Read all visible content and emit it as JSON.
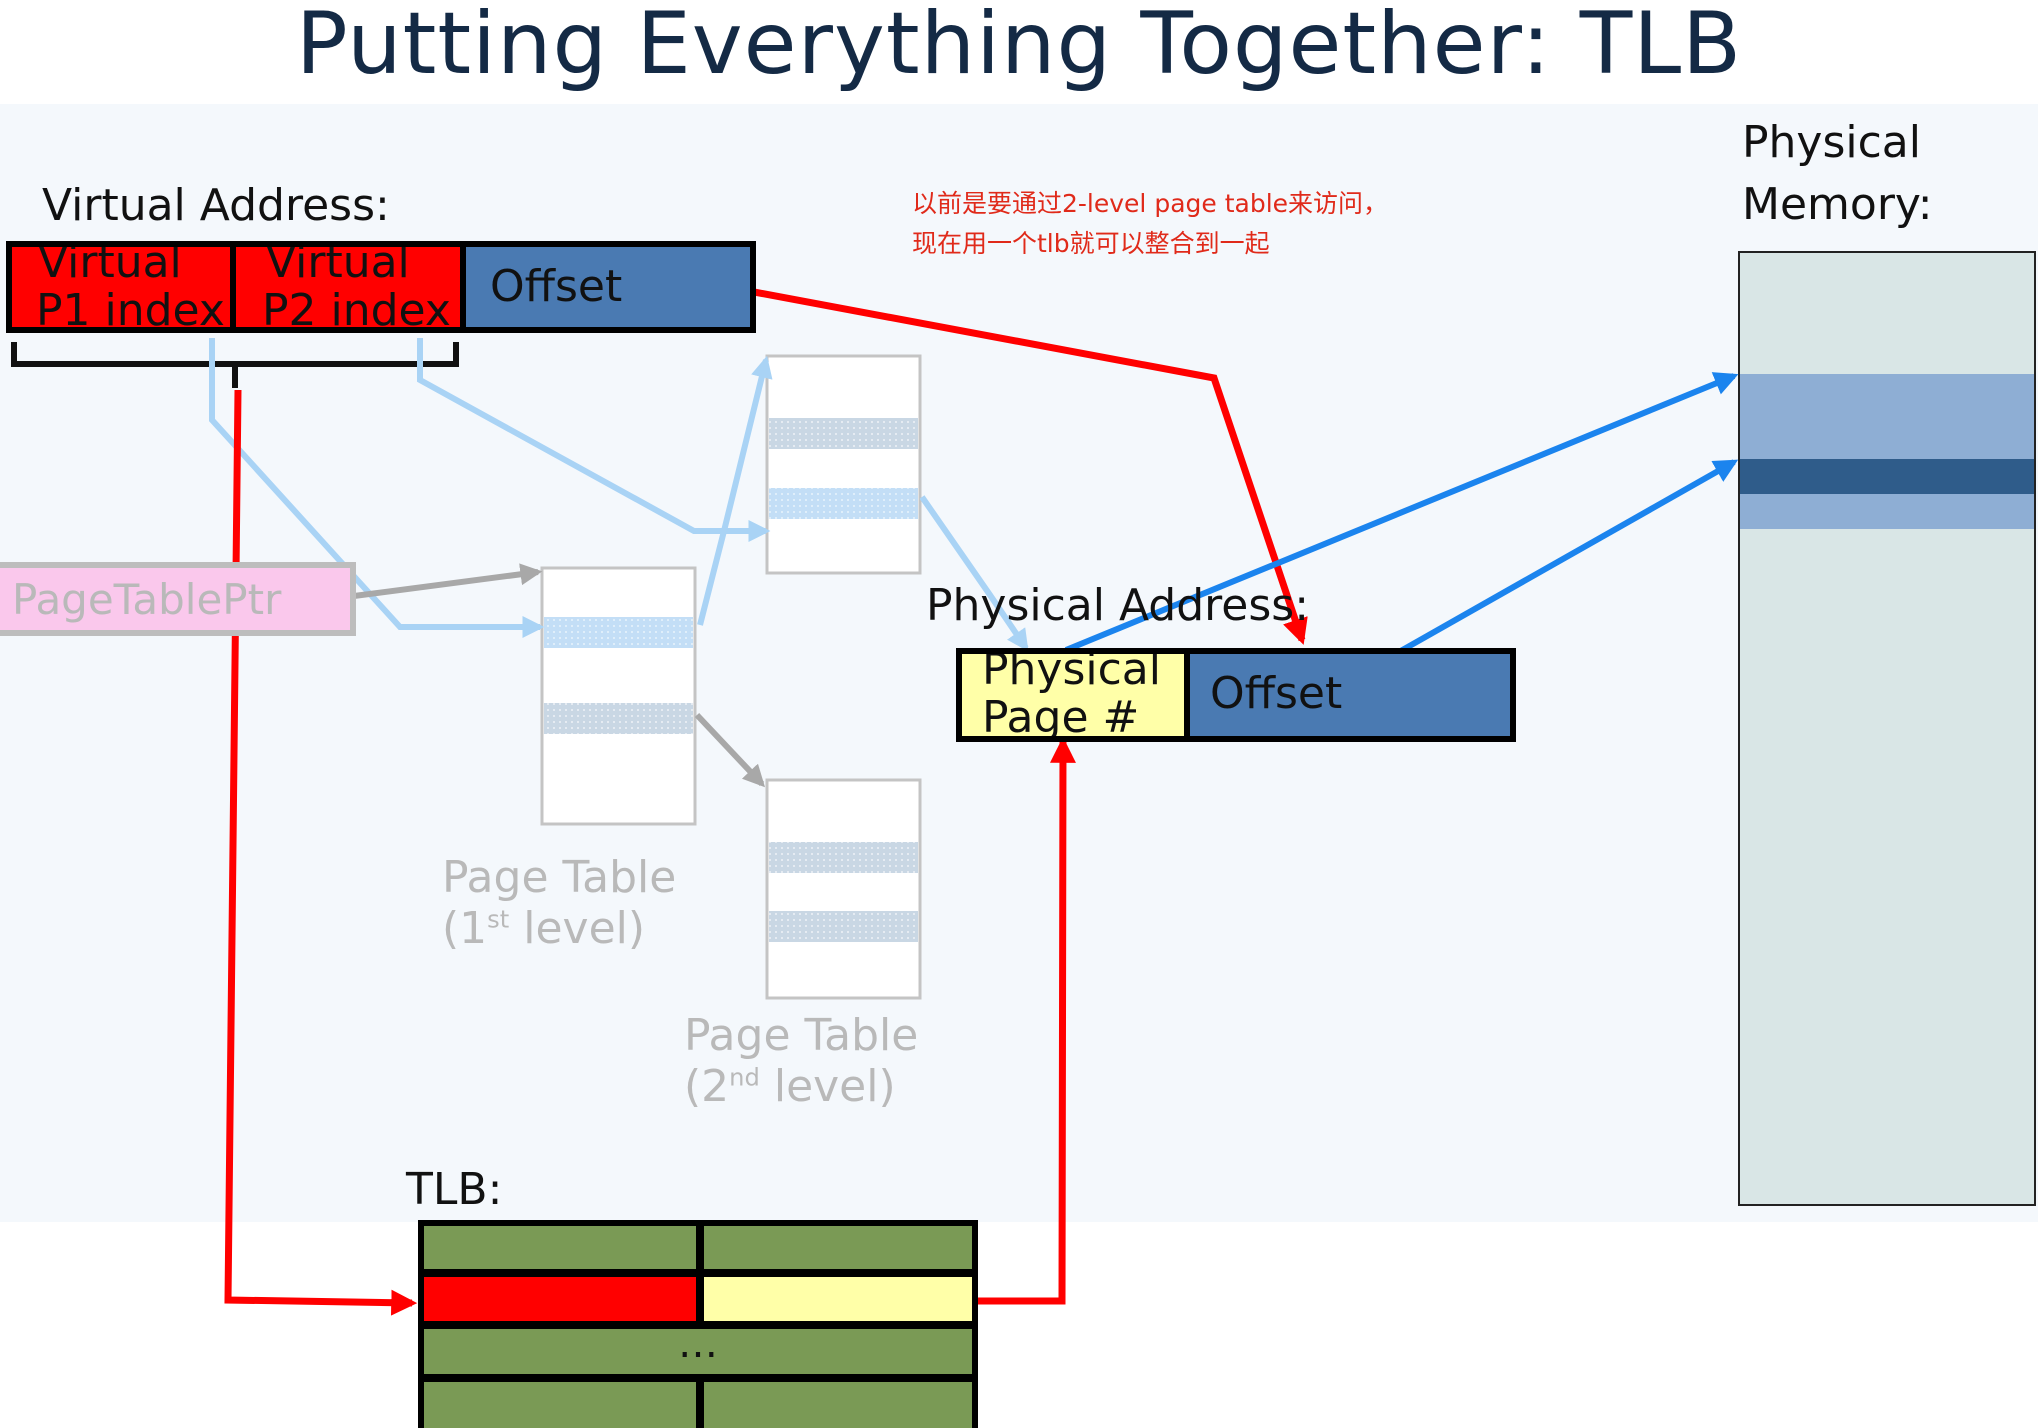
{
  "title": "Putting Everything Together: TLB",
  "virtual_address": {
    "label": "Virtual Address:",
    "p1_line1": "Virtual",
    "p1_line2": "P1 index",
    "p2_line1": "Virtual",
    "p2_line2": "P2 index",
    "offset": "Offset"
  },
  "page_table_ptr": "PageTablePtr",
  "page_table_1": {
    "line1": "Page Table",
    "line2_pre": "(1",
    "line2_sup": "st",
    "line2_post": " level)"
  },
  "page_table_2": {
    "line1": "Page Table",
    "line2_pre": "(2",
    "line2_sup": "nd",
    "line2_post": " level)"
  },
  "physical_address": {
    "label": "Physical Address:",
    "page_line1": "Physical",
    "page_line2": "Page #",
    "offset": "Offset"
  },
  "physical_memory": {
    "line1": "Physical",
    "line2": "Memory:"
  },
  "tlb": {
    "label": "TLB:",
    "ellipsis": "…"
  },
  "note": {
    "line1": "以前是要通过2-level page table来访问，",
    "line2": "现在用一个tlb就可以整合到一起"
  },
  "colors": {
    "virtual_index": "#ff0000",
    "offset": "#4a7ab2",
    "physical_page": "#ffffa8",
    "tlb_row": "#7a9a55",
    "tlb_match_key": "#ff0000",
    "tlb_match_value": "#ffffa8",
    "memory": "#d9e6e6",
    "arrow_red": "#ff0000",
    "arrow_blue": "#1b84ee",
    "arrow_light_blue": "#a9d3f5",
    "arrow_gray": "#a8a8a8"
  }
}
